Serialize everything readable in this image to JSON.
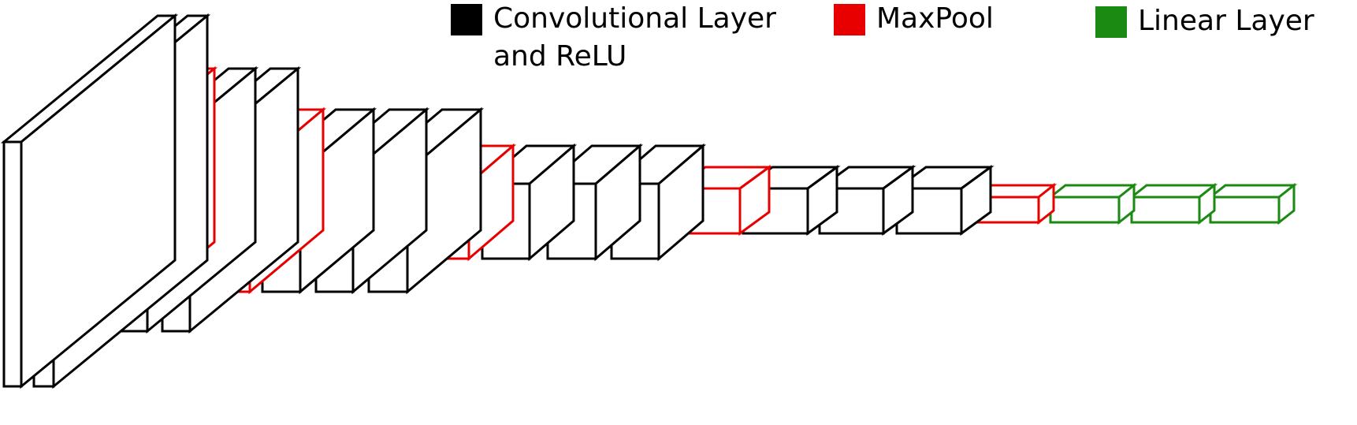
{
  "legend": {
    "conv": {
      "label": "Convolutional Layer\nand ReLU",
      "color": "#000000",
      "role": "conv"
    },
    "pool": {
      "label": "MaxPool",
      "color": "#e80000",
      "role": "pool"
    },
    "linear": {
      "label": "Linear Layer",
      "color": "#1a8a12",
      "role": "linear"
    }
  },
  "layers": [
    {
      "type": "conv"
    },
    {
      "type": "conv"
    },
    {
      "type": "pool"
    },
    {
      "type": "conv"
    },
    {
      "type": "conv"
    },
    {
      "type": "pool"
    },
    {
      "type": "conv"
    },
    {
      "type": "conv"
    },
    {
      "type": "conv"
    },
    {
      "type": "pool"
    },
    {
      "type": "conv"
    },
    {
      "type": "conv"
    },
    {
      "type": "conv"
    },
    {
      "type": "pool"
    },
    {
      "type": "conv"
    },
    {
      "type": "conv"
    },
    {
      "type": "conv"
    },
    {
      "type": "pool"
    },
    {
      "type": "linear"
    },
    {
      "type": "linear"
    },
    {
      "type": "linear"
    }
  ]
}
